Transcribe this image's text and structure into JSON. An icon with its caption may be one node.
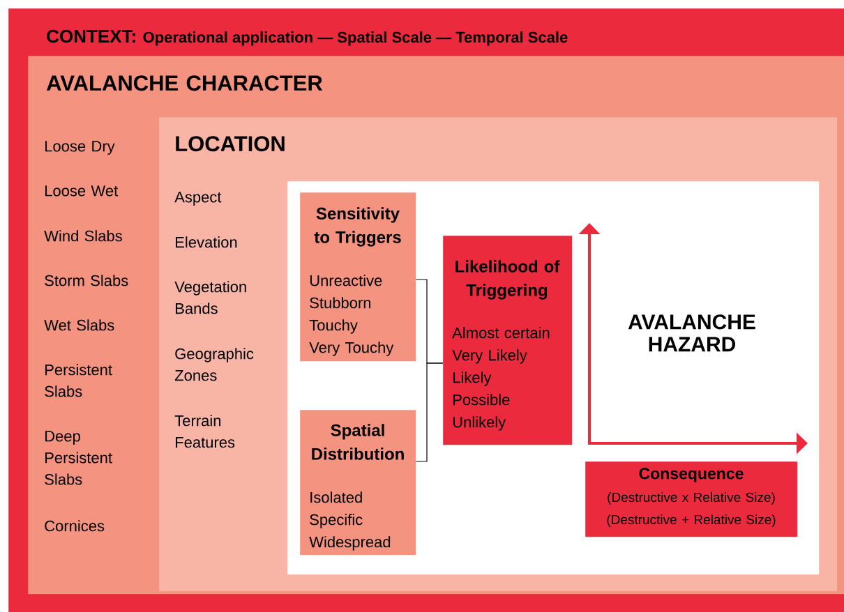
{
  "diagram": {
    "nodes": [
      {
        "text": [
          "CONTEXT:",
          "Operational application — Spatial Scale — Temporal Scale"
        ]
      },
      {
        "text": [
          "AVALANCHE CHARACTER",
          "Loose Dry",
          "Loose Wet",
          "Wind Slabs",
          "Storm Slabs",
          "Wet Slabs",
          "Persistent Slabs",
          "Deep Persistent Slabs",
          "Cornices"
        ],
        "in": 0
      },
      {
        "text": [
          "LOCATION",
          "Aspect",
          "Elevation",
          "Vegetation Bands",
          "Geographic Zones",
          "Terrain Features"
        ],
        "in": 1
      },
      {
        "text": [
          "AVALANCHE HAZARD"
        ],
        "in": 2
      },
      {
        "text": [
          "Sensitivity to Triggers",
          "Unreactive",
          "Stubborn",
          "Touchy",
          "Very Touchy"
        ],
        "in": 3
      },
      {
        "text": [
          "Spatial Distribution",
          "Isolated",
          "Specific",
          "Widespread"
        ],
        "in": 3
      },
      {
        "text": [
          "Likelihood of Triggering",
          "Almost certain",
          "Very Likely",
          "Likely",
          "Possible",
          "Unlikely"
        ],
        "in": 3
      },
      {
        "text": [
          "Consequence",
          "(Destructive x Relative Size)",
          "(Destructive + Relative Size)"
        ],
        "in": 3
      }
    ],
    "edges": [
      {
        "from": 4,
        "to": 6,
        "arrow": "none"
      },
      {
        "from": 5,
        "to": 6,
        "arrow": "none"
      }
    ]
  }
}
